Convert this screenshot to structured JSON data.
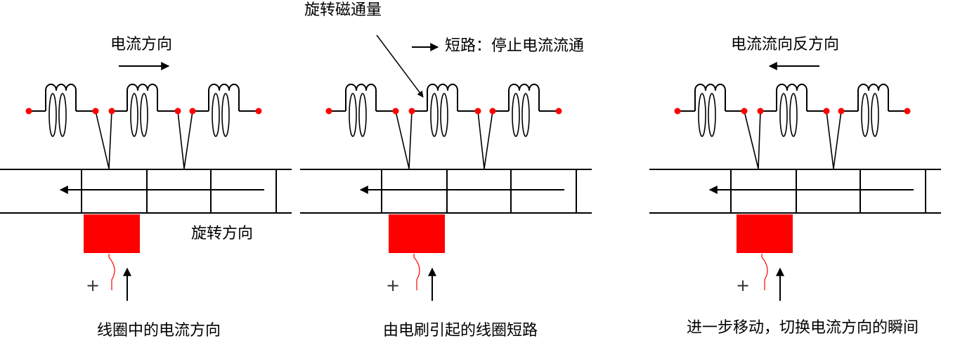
{
  "colors": {
    "brush": "#ff0000",
    "terminal": "#ff0000",
    "line": "#000000"
  },
  "panels": [
    {
      "id": "normal",
      "top_label": "电流方向",
      "current_arrow": "right",
      "side_label": "旋转方向",
      "caption": "线圈中的电流方向",
      "plus_sign": "+"
    },
    {
      "id": "short-circuit",
      "flux_label": "旋转磁通量",
      "short_label": "短路：停止电流流通",
      "caption": "由电刷引起的线圈短路",
      "plus_sign": "+"
    },
    {
      "id": "reversed",
      "top_label": "电流流向反方向",
      "current_arrow": "left",
      "caption": "进一步移动，切换电流方向的瞬间",
      "plus_sign": "+"
    }
  ]
}
